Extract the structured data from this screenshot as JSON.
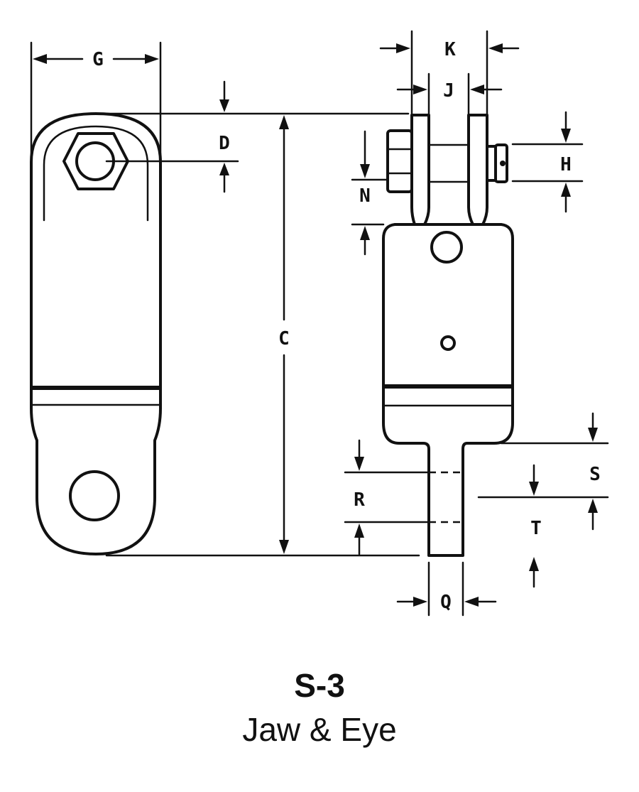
{
  "drawing": {
    "dimension_labels": {
      "G": "G",
      "D": "D",
      "C": "C",
      "K": "K",
      "J": "J",
      "H": "H",
      "N": "N",
      "S": "S",
      "R": "R",
      "T": "T",
      "Q": "Q"
    }
  },
  "caption": {
    "model": "S-3",
    "description": "Jaw & Eye"
  }
}
